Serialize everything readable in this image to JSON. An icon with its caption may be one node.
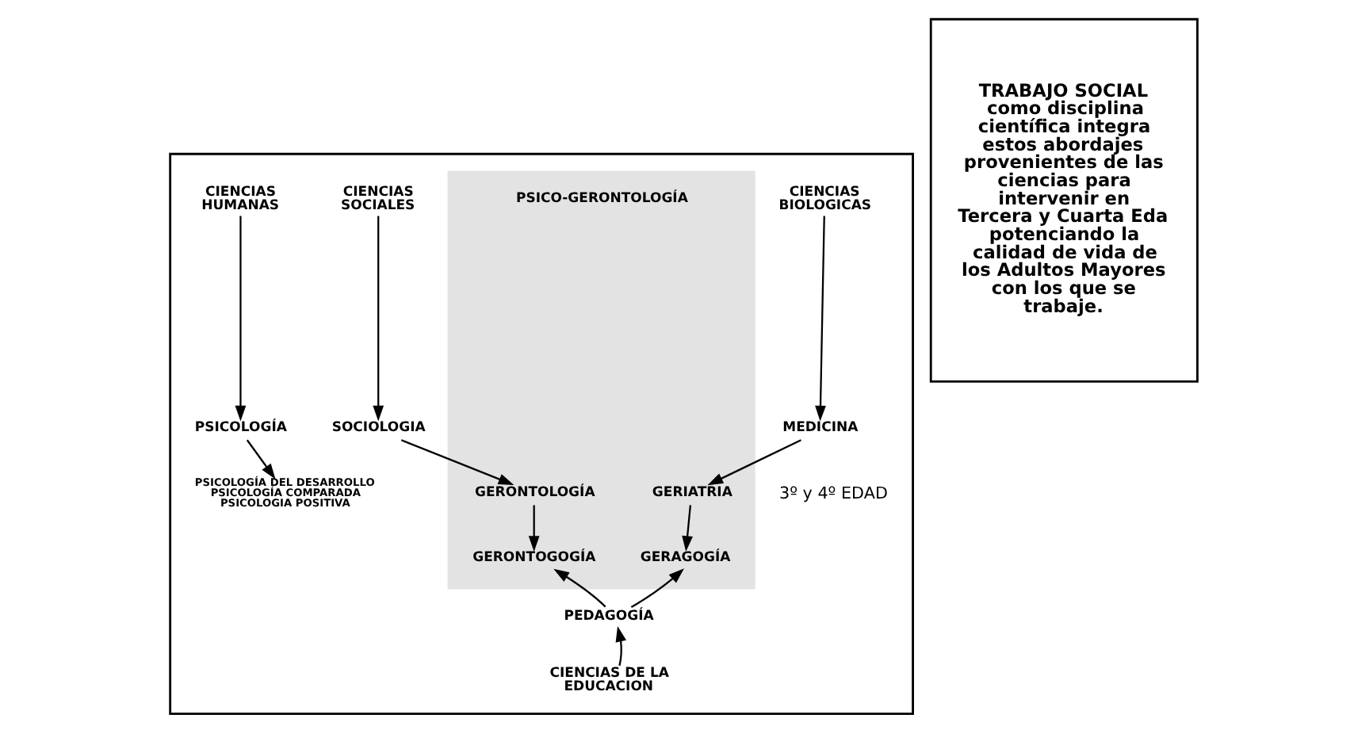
{
  "diagram": {
    "nodes": [
      {
        "text": [],
        "shape": "box"
      },
      {
        "text": [
          "CIENCIAS BIOLOGICAS"
        ],
        "in": 0
      },
      {
        "text": [
          "CIENCIAS SOCIALES"
        ],
        "in": 0
      },
      {
        "text": [
          "CIENCIAS HUMANAS"
        ],
        "in": 0
      },
      {
        "text": [
          "MEDICINA"
        ],
        "in": 0
      },
      {
        "text": [
          "SOCIOLOGIA"
        ],
        "in": 0
      },
      {
        "text": [
          "PSICOLOGÍA"
        ],
        "in": 0
      },
      {
        "text": [
          "PSICOLOGÍA DEL DESARROLLO",
          "PSICOLOGÍA COMPARADA",
          "PSICOLOGIA POSITIVA"
        ],
        "in": 0
      },
      {
        "text": [],
        "shape": "band",
        "in": 0
      },
      {
        "text": [
          "GERIATRIA"
        ],
        "in": 8
      },
      {
        "text": [
          "GERONTOLOGÍA"
        ],
        "in": 8
      },
      {
        "text": [
          "PSICO-GERONTOLOGÍA"
        ],
        "in": 8
      },
      {
        "text": [
          "GERAGOGÍA"
        ],
        "in": 8
      },
      {
        "text": [
          "GERONTOGOGÍA"
        ],
        "in": 8
      },
      {
        "text": [
          "PEDAGOGÍA"
        ],
        "in": 0
      },
      {
        "text": [
          "CIENCIAS DE LA EDUCACION"
        ],
        "in": 0
      },
      {
        "text": [
          "TRABAJO SOCIAL",
          "como disciplina científica integra estos abordajes provenientes de las ciencias para intervenir en Tercera y Cuarta Eda potenciando la calidad de vida de los Adultos Mayores con los que se trabaje."
        ]
      }
    ],
    "edges": [
      {
        "from": 1,
        "to": 4,
        "arrow": "to"
      },
      {
        "from": 2,
        "to": 5,
        "arrow": "to"
      },
      {
        "from": 3,
        "to": 6,
        "arrow": "to"
      },
      {
        "from": 4,
        "to": 9,
        "arrow": "to"
      },
      {
        "from": 5,
        "to": 10,
        "arrow": "to"
      },
      {
        "from": 6,
        "to": 7,
        "arrow": "to"
      },
      {
        "from": 9,
        "to": 12,
        "arrow": "to"
      },
      {
        "from": 10,
        "to": 13,
        "arrow": "to"
      },
      {
        "from": 14,
        "to": 12,
        "arrow": "to"
      },
      {
        "from": 14,
        "to": 13,
        "arrow": "to"
      },
      {
        "from": 15,
        "to": 14,
        "arrow": "to"
      }
    ],
    "labels": [
      "3º y 4º EDAD"
    ]
  }
}
